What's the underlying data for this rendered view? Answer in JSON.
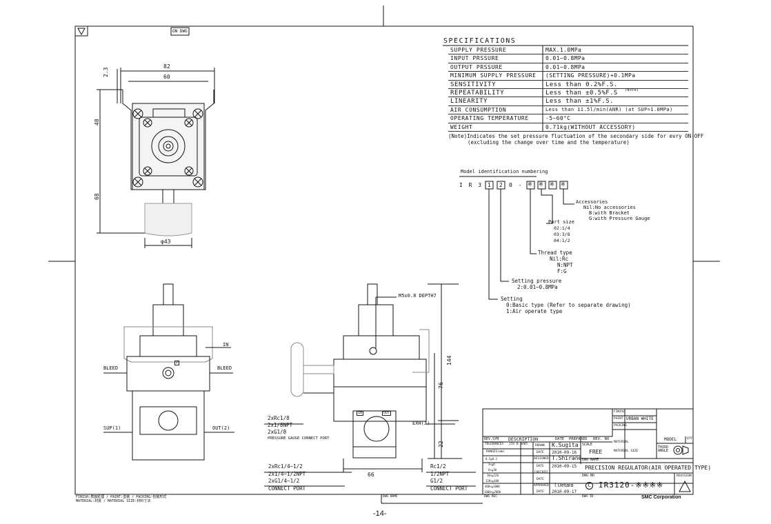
{
  "sheet": {
    "top_right_tab": "ON DWG",
    "page_number": "-14-",
    "footer_line1": "FINISH:表面処理 / PAINT:塗装 / PACKING:包装形式",
    "footer_line2": "MATERIAL:材質 / MATERIAL SIZE:材料寸法"
  },
  "specs": {
    "title": "SPECIFICATIONS",
    "rows": [
      {
        "k": "SUPPLY PRESSURE",
        "v": "MAX.1.0MPa"
      },
      {
        "k": "INPUT PRSSURE",
        "v": "0.01~0.8MPa"
      },
      {
        "k": "OUTPUT PRSSURE",
        "v": "0.01~0.8MPa"
      },
      {
        "k": "MINIMUM SUPPLY PRESSURE",
        "v": "(SETTING PRESSURE)+0.1MPa"
      },
      {
        "k": "SENSITIVITY",
        "v": "Less than 0.2%F.S."
      },
      {
        "k": "REPEATABILITY",
        "v": "Less than ±0.5%F.S",
        "note": "(Note)"
      },
      {
        "k": "LINEARITY",
        "v": "Less than ±1%F.S."
      },
      {
        "k": "AIR CONSUMPTION",
        "v": "Less than 11.5l/min(ANR) (at SUP=1.0MPa)"
      },
      {
        "k": "OPERATING TEMPERATURE",
        "v": "-5~60°C"
      },
      {
        "k": "WEIGHT",
        "v": "0.71kg(WITHOUT ACCESSORY)"
      }
    ],
    "note_line1": "(Note)Indicates the set pressure fluctuation of the secondary side for evry ON-OFF",
    "note_line2": "(excluding the change over time and the temperature)"
  },
  "model_id": {
    "title": "Model identification numbering",
    "prefix": "I R 3",
    "box1": "1",
    "box2": "2",
    "mid": "0 -",
    "star": "※",
    "accessories_title": "Accessories",
    "accessories": [
      "Nil:No accessories",
      "B:with Bracket",
      "G:with Pressure Gauge"
    ],
    "port_title": "Port size",
    "ports": [
      "02:1/4",
      "03:3/8",
      "04:1/2"
    ],
    "thread_title": "Thread type",
    "threads": [
      "Nil:Rc",
      "N:NPT",
      "F:G"
    ],
    "setting_pressure_title": "Setting pressure",
    "setting_pressure": "2:0.01~0.8MPa",
    "setting_title": "Setting",
    "settings": [
      "0:Basic type (Refer to separate drawing)",
      "1:Air operate type"
    ]
  },
  "dims": {
    "d82": "82",
    "d60": "60",
    "d2_3": "2.3",
    "d48": "48",
    "d68": "68",
    "d43": "φ43",
    "d144": "144",
    "d76": "76",
    "d22": "22",
    "d66": "66",
    "m5": "M5x0.8 DEPTH7",
    "in": "IN",
    "bleed_l": "BLEED",
    "bleed_r": "BLEED",
    "sup": "SUP(1)",
    "out": "OUT(2)",
    "exh": "EXH(3)",
    "gauge1": "2xRc1/8",
    "gauge2": "2x1/8NPT",
    "gauge3": "2xG1/8",
    "gauge4": "PRESSURE GAUGE CONNECT PORT",
    "port1": "2xRc1/4~1/2",
    "port2": "2x1/4~1/2NPT",
    "port3": "2xG1/4~1/2",
    "port4": "CONNECT PORT",
    "r1": "Rc1/2",
    "r2": "1/2NPT",
    "r3": "G1/2",
    "r4": "CONNECT PORT",
    "tag_in": "IN",
    "tag_out": "OUT",
    "tag_2": "2"
  },
  "title_block": {
    "finish_lbl": "FINISH",
    "paint_lbl": "PAINT",
    "paint_val": "URBAN WHITE",
    "packing_lbl": "PACKING",
    "material_lbl": "MATERIAL",
    "mat_size_lbl": "MATERIAL SIZE",
    "rev_sym": "REV.SYM",
    "description": "DESCRIPTION",
    "date": "DATE",
    "prepared": "PREPARED",
    "rev_no": "REV. NO",
    "tolerances": "TOLERANCES",
    "jis": "JIS B 0405",
    "ranges": "RANGES(mm)",
    "tol_rows": [
      "0.5≦0.3",
      "3<≦6",
      "6<≦30",
      "30<≦120",
      "120<≦400",
      "400<≦1000",
      "1000<≦2000"
    ],
    "drawn": "DRAWN",
    "drawn_by": "K.Sugita",
    "drawn_date": "2010-09-16",
    "designed": "DESIGNED",
    "designed_by": "T.Shirane",
    "designed_date": "2010-09-15",
    "checked": "CHECKED",
    "approved": "APPROVED",
    "approved_by": "T.Uehara",
    "approved_date": "2010-09-17",
    "date_lbl": "DATE",
    "scale_lbl": "SCALE",
    "scale_val": "FREE",
    "model_lbl": "MODEL",
    "qty_lbl": "QTY",
    "third_angle": "THIRD ANGLE",
    "dwg_name_lbl": "DWG NAME",
    "dwg_name": "PRECISION REGULATOR(AIR OPERATED TYPE)",
    "dwg_no_lbl": "DWG NO",
    "dwg_no": "IR3120-※※※※",
    "copyright": "C",
    "revision_lbl": "REVISION",
    "dwg_id_lbl": "DWG ID",
    "company": "SMC Corporation",
    "dwg_name_small": "DWG NAME",
    "dwg_rec": "DWG REC"
  }
}
